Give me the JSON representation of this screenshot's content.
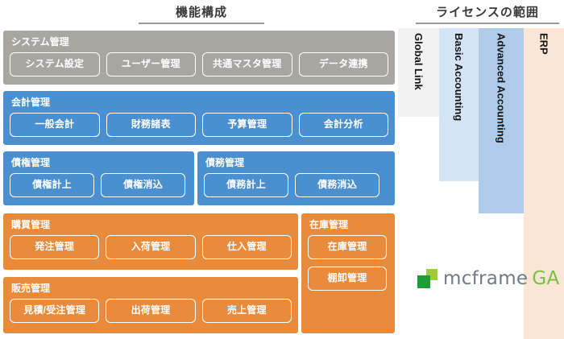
{
  "headers": {
    "function_structure": "機能構成",
    "license_scope": "ライセンスの範囲"
  },
  "license_columns": [
    {
      "id": "global-link",
      "label": "Global Link",
      "color": "#f2f2f2"
    },
    {
      "id": "basic-accounting",
      "label": "Basic Accounting",
      "color": "#d5e4f4"
    },
    {
      "id": "advanced-accounting",
      "label": "Advanced Accounting",
      "color": "#aecbe8"
    },
    {
      "id": "erp",
      "label": "ERP",
      "color": "#fbe6d6"
    }
  ],
  "groups": {
    "system": {
      "title": "システム管理",
      "color": "#a9a5a1",
      "items": [
        "システム設定",
        "ユーザー管理",
        "共通マスタ管理",
        "データ連携"
      ]
    },
    "accounting": {
      "title": "会計管理",
      "color": "#4a8fd0",
      "items": [
        "一般会計",
        "財務諸表",
        "予算管理",
        "会計分析"
      ]
    },
    "receivable": {
      "title": "債権管理",
      "color": "#4a8fd0",
      "items": [
        "債権計上",
        "債権消込"
      ]
    },
    "payable": {
      "title": "債務管理",
      "color": "#4a8fd0",
      "items": [
        "債務計上",
        "債務消込"
      ]
    },
    "purchasing": {
      "title": "購買管理",
      "color": "#e88b3d",
      "items": [
        "発注管理",
        "入荷管理",
        "仕入管理"
      ]
    },
    "sales": {
      "title": "販売管理",
      "color": "#e88b3d",
      "items": [
        "見積/受注管理",
        "出荷管理",
        "売上管理"
      ]
    },
    "inventory": {
      "title": "在庫管理",
      "color": "#e88b3d",
      "items": [
        "在庫管理",
        "棚卸管理"
      ]
    }
  },
  "logo": {
    "name": "mcframe",
    "suffix": "GA",
    "mark_light_color": "#9ccb3b",
    "mark_dark_color": "#1f9c35",
    "text_color": "#6d7c87",
    "suffix_color": "#77c043"
  }
}
